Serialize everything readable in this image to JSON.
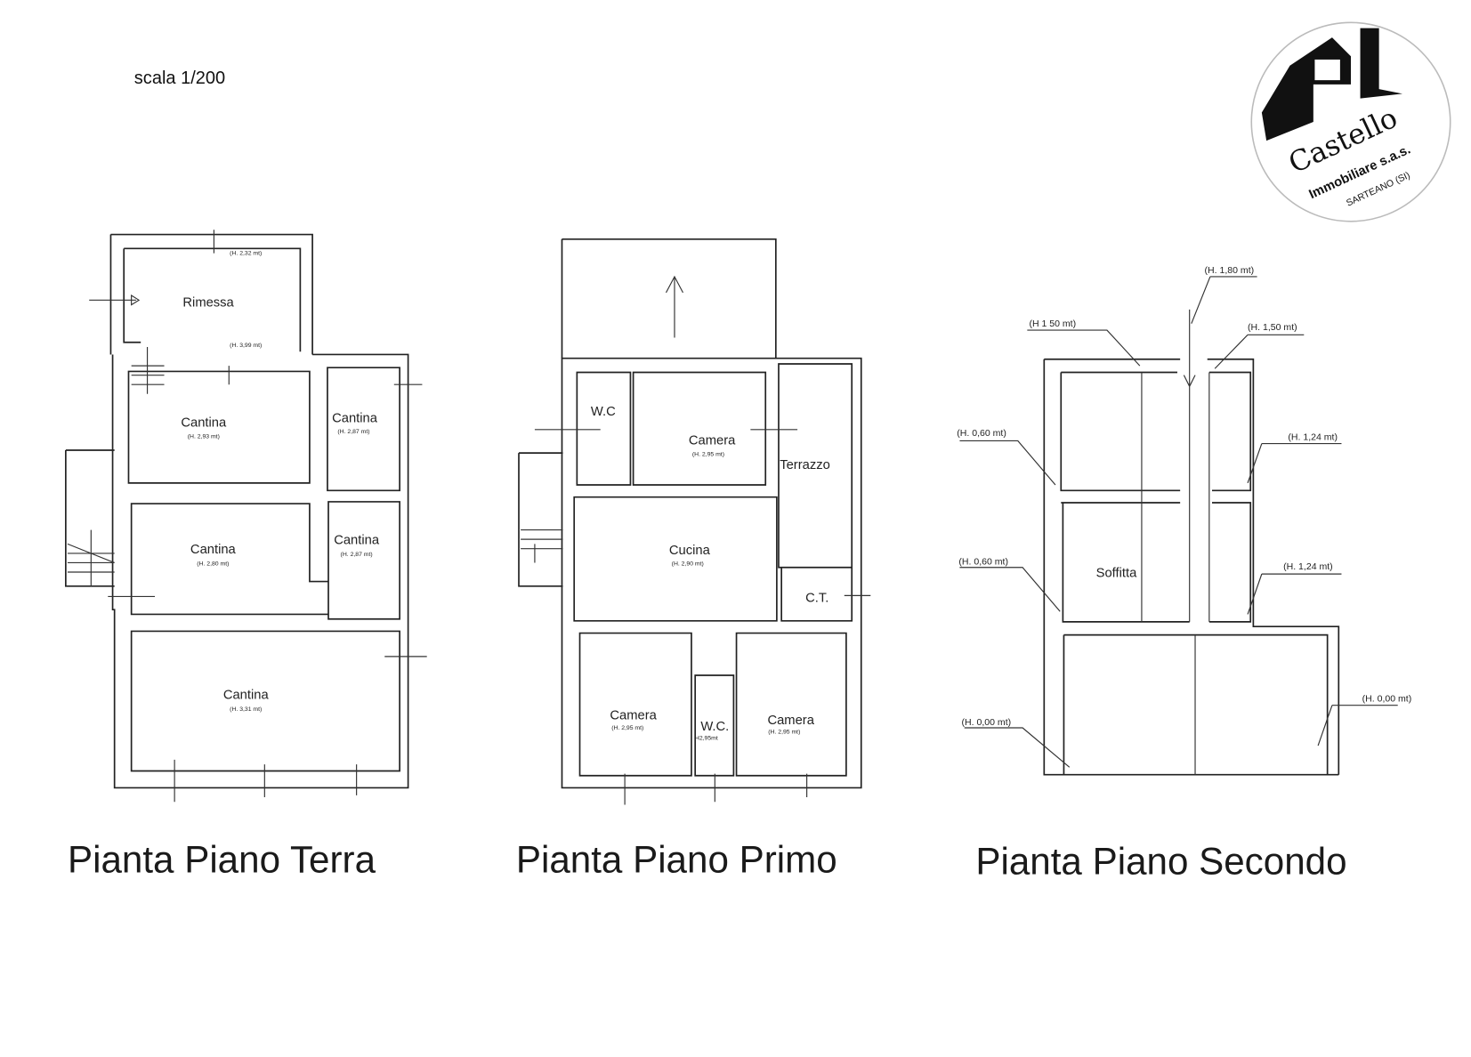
{
  "scale": "scala 1/200",
  "logo": {
    "brand": "Castello",
    "line2": "Immobiliare s.a.s.",
    "line3": "SARTEANO (SI)"
  },
  "plans": [
    {
      "title": "Pianta Piano Terra",
      "rooms": [
        {
          "name": "Rimessa",
          "height": ""
        },
        {
          "name": "Cantina",
          "height": "(H. 2,93 mt)"
        },
        {
          "name": "Cantina",
          "height": "(H. 2,87 mt)"
        },
        {
          "name": "Cantina",
          "height": "(H. 2,80 mt)"
        },
        {
          "name": "Cantina",
          "height": "(H. 2,87 mt)"
        },
        {
          "name": "Cantina",
          "height": "(H. 3,31 mt)"
        }
      ],
      "notes": [
        "(H. 2,32 mt)",
        "(H. 3,99 mt)"
      ]
    },
    {
      "title": "Pianta Piano Primo",
      "rooms": [
        {
          "name": "W.C",
          "height": ""
        },
        {
          "name": "Camera",
          "height": "(H. 2,95 mt)"
        },
        {
          "name": "Terrazzo",
          "height": ""
        },
        {
          "name": "Cucina",
          "height": "(H. 2,90 mt)"
        },
        {
          "name": "C.T.",
          "height": ""
        },
        {
          "name": "Camera",
          "height": "(H. 2,95 mt)"
        },
        {
          "name": "W.C.",
          "height": "H2,95mt"
        },
        {
          "name": "Camera",
          "height": "(H. 2,95 mt)"
        }
      ]
    },
    {
      "title": "Pianta Piano Secondo",
      "rooms": [
        {
          "name": "Soffitta",
          "height": ""
        }
      ],
      "notes": [
        "(H. 1,80 mt)",
        "(H 1 50 mt)",
        "(H. 1,50 mt)",
        "(H. 0,60 mt)",
        "(H. 1,24 mt)",
        "(H. 0,60 mt)",
        "(H. 1,24 mt)",
        "(H. 0,00 mt)",
        "(H. 0,00 mt)"
      ]
    }
  ]
}
